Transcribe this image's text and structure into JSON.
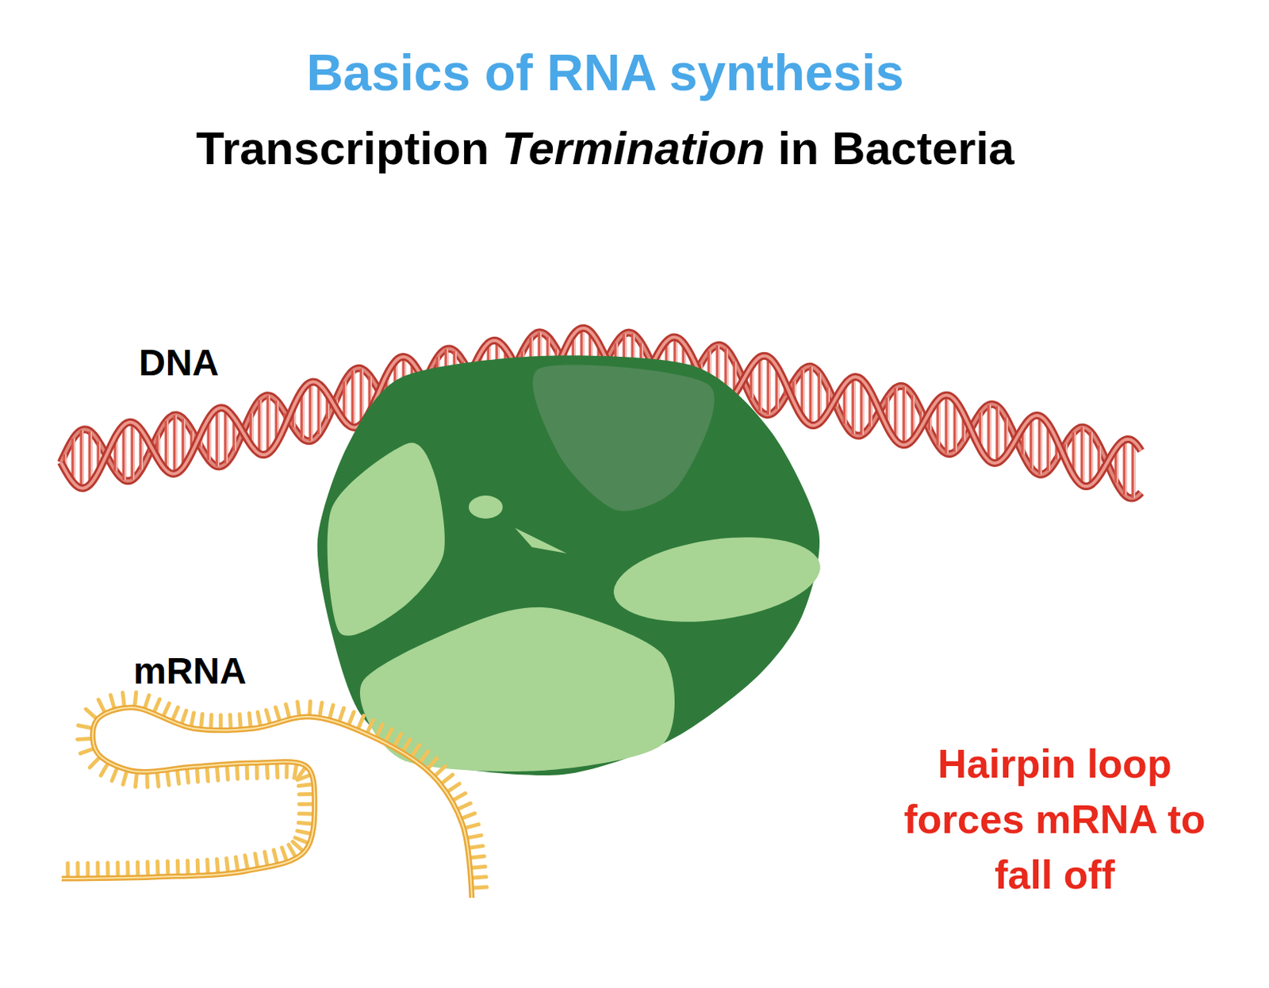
{
  "diagram": {
    "title": "Basics of RNA synthesis",
    "labels": [
      "Transcription Termination in Bacteria",
      "DNA",
      "mRNA",
      "Hairpin loop forces mRNA to fall off"
    ]
  }
}
